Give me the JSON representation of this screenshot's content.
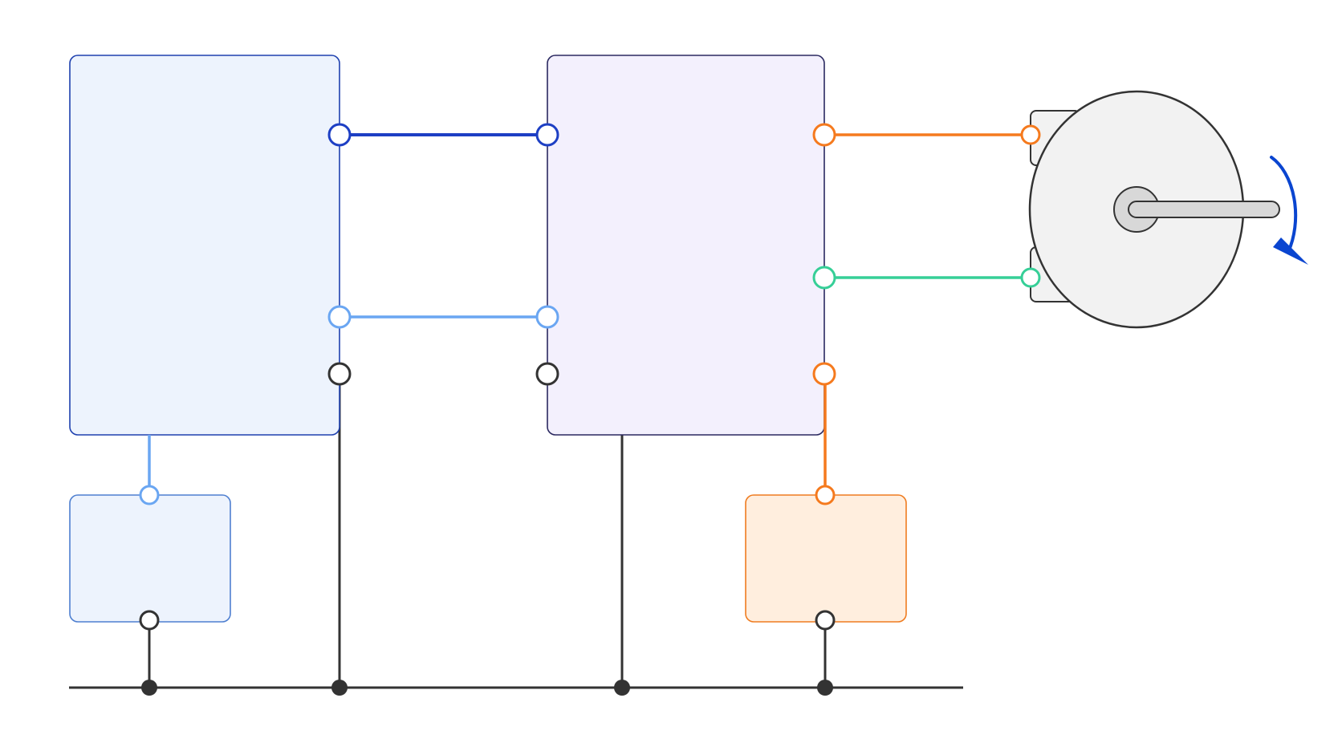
{
  "diagram": {
    "type": "electrical-wiring-schematic",
    "labels": [],
    "colors": {
      "background": "#ffffff",
      "ground_wire": "#333333",
      "signal_dark_blue": "#1d3fc4",
      "signal_light_blue": "#6aa6f2",
      "power_orange": "#f57a1e",
      "power_green": "#36cf97",
      "rotation_arrow": "#0a45d0",
      "block_left_fill": "#edf3fd",
      "block_left_stroke": "#1e40af",
      "block_middle_fill": "#f3f0fd",
      "block_middle_stroke": "#2b2960",
      "block_small_left_fill": "#edf3fd",
      "block_small_left_stroke": "#4e7fd0",
      "block_small_right_fill": "#ffeede",
      "block_small_right_stroke": "#ef7c20",
      "motor_fill": "#f2f2f2",
      "motor_stroke": "#333333",
      "hub_fill": "#d8d8d8"
    },
    "blocks": [
      {
        "id": "left-module",
        "color": "blue"
      },
      {
        "id": "middle-module",
        "color": "lavender"
      },
      {
        "id": "small-left-module",
        "color": "blue"
      },
      {
        "id": "small-right-module",
        "color": "orange"
      }
    ],
    "motor": {
      "rotation": "clockwise",
      "terminals": 2
    },
    "wires": [
      {
        "from": "left-module",
        "to": "middle-module",
        "color": "dark-blue"
      },
      {
        "from": "left-module",
        "to": "middle-module",
        "color": "light-blue"
      },
      {
        "from": "middle-module",
        "to": "motor",
        "color": "orange"
      },
      {
        "from": "middle-module",
        "to": "motor",
        "color": "green"
      },
      {
        "from": "middle-module",
        "to": "small-right-module",
        "color": "orange"
      },
      {
        "from": "left-module",
        "to": "small-left-module",
        "color": "light-blue"
      },
      {
        "from": "common-ground-bus",
        "to": "all-modules",
        "color": "dark-gray"
      }
    ]
  }
}
